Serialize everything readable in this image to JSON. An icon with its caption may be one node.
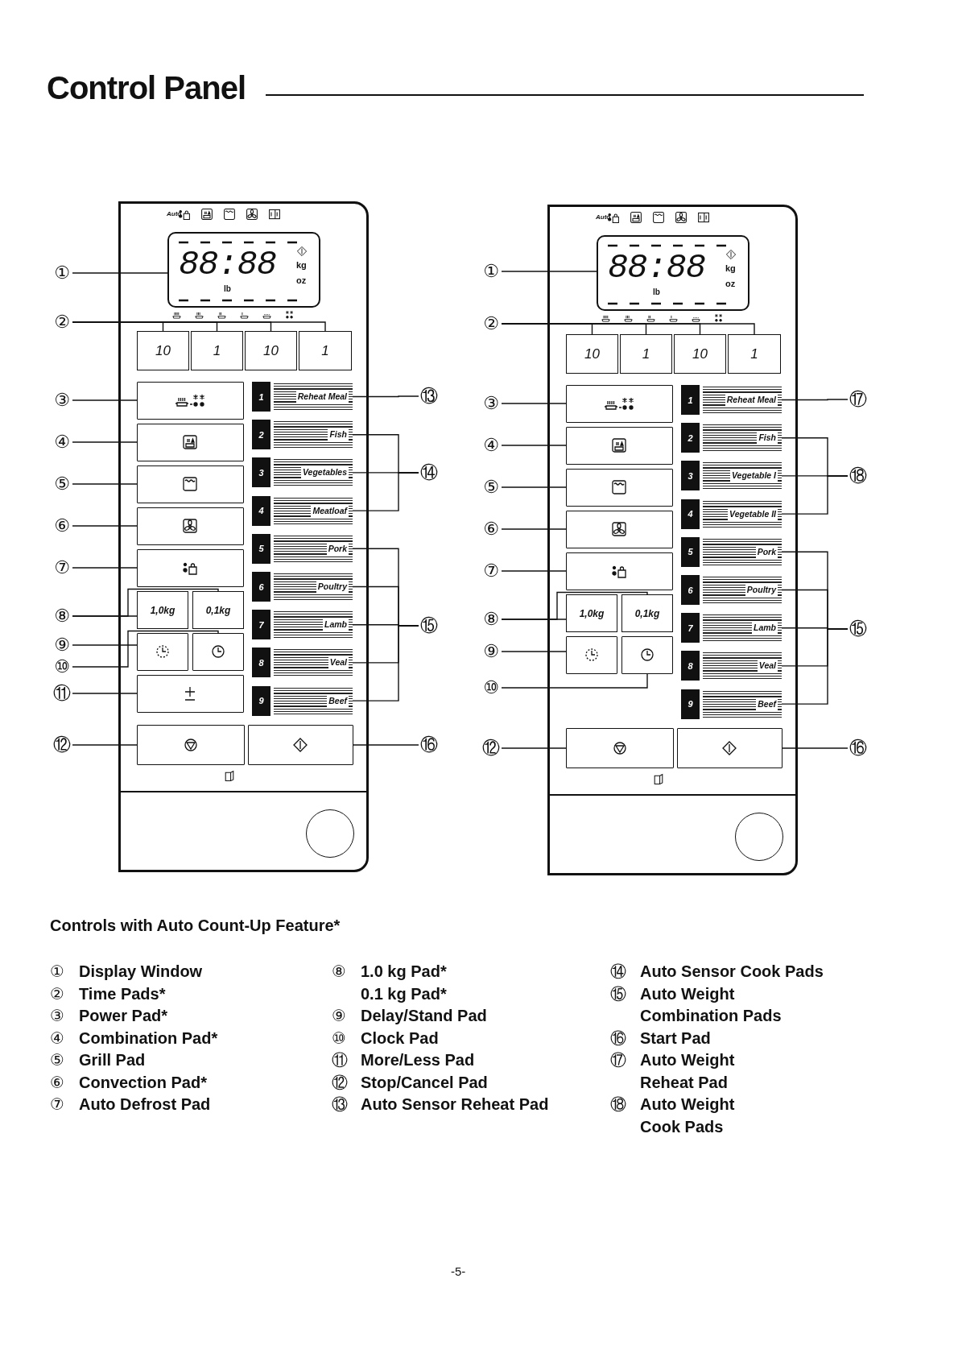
{
  "diagram": {
    "title": "Control Panel",
    "nodes": [
      {
        "text": [],
        "shape": "box"
      },
      {
        "text": [
          "88:88",
          "lb",
          "kg",
          "oz"
        ],
        "in": 0
      },
      {
        "text": [
          "10"
        ],
        "in": 0
      },
      {
        "text": [
          "1"
        ],
        "in": 0
      },
      {
        "text": [
          "10"
        ],
        "in": 0
      },
      {
        "text": [
          "1"
        ],
        "in": 0
      },
      {
        "text": [],
        "shape": "box",
        "in": 0
      },
      {
        "text": [],
        "shape": "box",
        "in": 0
      },
      {
        "text": [],
        "shape": "box",
        "in": 0
      },
      {
        "text": [],
        "shape": "box",
        "in": 0
      },
      {
        "text": [],
        "shape": "box",
        "in": 0
      },
      {
        "text": [
          "1,0kg"
        ],
        "in": 0
      },
      {
        "text": [
          "0,1kg"
        ],
        "in": 0
      },
      {
        "text": [],
        "shape": "box",
        "in": 0
      },
      {
        "text": [],
        "shape": "box",
        "in": 0
      },
      {
        "text": [],
        "shape": "box",
        "in": 0
      },
      {
        "text": [
          "1",
          "Reheat Meal"
        ],
        "in": 0
      },
      {
        "text": [
          "2",
          "Fish"
        ],
        "in": 0
      },
      {
        "text": [
          "3",
          "Vegetables"
        ],
        "in": 0
      },
      {
        "text": [
          "4",
          "Meatloaf"
        ],
        "in": 0
      },
      {
        "text": [
          "5",
          "Pork"
        ],
        "in": 0
      },
      {
        "text": [
          "6",
          "Poultry"
        ],
        "in": 0
      },
      {
        "text": [
          "7",
          "Lamb"
        ],
        "in": 0
      },
      {
        "text": [
          "8",
          "Veal"
        ],
        "in": 0
      },
      {
        "text": [
          "9",
          "Beef"
        ],
        "in": 0
      },
      {
        "text": [],
        "shape": "box",
        "in": 0
      },
      {
        "text": [],
        "shape": "box",
        "in": 0
      },
      {
        "text": [
          "①"
        ]
      },
      {
        "text": [
          "②"
        ]
      },
      {
        "text": [
          "③"
        ]
      },
      {
        "text": [
          "④"
        ]
      },
      {
        "text": [
          "⑤"
        ]
      },
      {
        "text": [
          "⑥"
        ]
      },
      {
        "text": [
          "⑦"
        ]
      },
      {
        "text": [
          "⑧"
        ]
      },
      {
        "text": [
          "⑨"
        ]
      },
      {
        "text": [
          "⑩"
        ]
      },
      {
        "text": [
          "⑪"
        ]
      },
      {
        "text": [
          "⑫"
        ]
      },
      {
        "text": [
          "⑬"
        ]
      },
      {
        "text": [
          "⑭"
        ]
      },
      {
        "text": [
          "⑮"
        ]
      },
      {
        "text": [
          "⑯"
        ]
      },
      {
        "text": [],
        "shape": "box"
      },
      {
        "text": [
          "88:88",
          "lb",
          "kg",
          "oz"
        ],
        "in": 43
      },
      {
        "text": [
          "10"
        ],
        "in": 43
      },
      {
        "text": [
          "1"
        ],
        "in": 43
      },
      {
        "text": [
          "10"
        ],
        "in": 43
      },
      {
        "text": [
          "1"
        ],
        "in": 43
      },
      {
        "text": [],
        "shape": "box",
        "in": 43
      },
      {
        "text": [],
        "shape": "box",
        "in": 43
      },
      {
        "text": [],
        "shape": "box",
        "in": 43
      },
      {
        "text": [],
        "shape": "box",
        "in": 43
      },
      {
        "text": [],
        "shape": "box",
        "in": 43
      },
      {
        "text": [
          "1,0kg"
        ],
        "in": 43
      },
      {
        "text": [
          "0,1kg"
        ],
        "in": 43
      },
      {
        "text": [],
        "shape": "box",
        "in": 43
      },
      {
        "text": [],
        "shape": "box",
        "in": 43
      },
      {
        "text": [
          "1",
          "Reheat Meal"
        ],
        "in": 43
      },
      {
        "text": [
          "2",
          "Fish"
        ],
        "in": 43
      },
      {
        "text": [
          "3",
          "Vegetable I"
        ],
        "in": 43
      },
      {
        "text": [
          "4",
          "Vegetable II"
        ],
        "in": 43
      },
      {
        "text": [
          "5",
          "Pork"
        ],
        "in": 43
      },
      {
        "text": [
          "6",
          "Poultry"
        ],
        "in": 43
      },
      {
        "text": [
          "7",
          "Lamb"
        ],
        "in": 43
      },
      {
        "text": [
          "8",
          "Veal"
        ],
        "in": 43
      },
      {
        "text": [
          "9",
          "Beef"
        ],
        "in": 43
      },
      {
        "text": [],
        "shape": "box",
        "in": 43
      },
      {
        "text": [],
        "shape": "box",
        "in": 43
      },
      {
        "text": [
          "①"
        ]
      },
      {
        "text": [
          "②"
        ]
      },
      {
        "text": [
          "③"
        ]
      },
      {
        "text": [
          "④"
        ]
      },
      {
        "text": [
          "⑤"
        ]
      },
      {
        "text": [
          "⑥"
        ]
      },
      {
        "text": [
          "⑦"
        ]
      },
      {
        "text": [
          "⑧"
        ]
      },
      {
        "text": [
          "⑨"
        ]
      },
      {
        "text": [
          "⑩"
        ]
      },
      {
        "text": [
          "⑫"
        ]
      },
      {
        "text": [
          "⑰"
        ]
      },
      {
        "text": [
          "⑱"
        ]
      },
      {
        "text": [
          "⑮"
        ]
      },
      {
        "text": [
          "⑯"
        ]
      }
    ],
    "edges": [
      {
        "from": 27,
        "to": 1,
        "arrow": "none"
      },
      {
        "from": 28,
        "to": 2,
        "arrow": "none"
      },
      {
        "from": 28,
        "to": 3,
        "arrow": "none"
      },
      {
        "from": 28,
        "to": 4,
        "arrow": "none"
      },
      {
        "from": 28,
        "to": 5,
        "arrow": "none"
      },
      {
        "from": 29,
        "to": 6,
        "arrow": "none"
      },
      {
        "from": 30,
        "to": 7,
        "arrow": "none"
      },
      {
        "from": 31,
        "to": 8,
        "arrow": "none"
      },
      {
        "from": 32,
        "to": 9,
        "arrow": "none"
      },
      {
        "from": 33,
        "to": 10,
        "arrow": "none"
      },
      {
        "from": 34,
        "to": 11,
        "arrow": "none"
      },
      {
        "from": 34,
        "to": 12,
        "arrow": "none"
      },
      {
        "from": 35,
        "to": 13,
        "arrow": "none"
      },
      {
        "from": 36,
        "to": 14,
        "arrow": "none"
      },
      {
        "from": 37,
        "to": 15,
        "arrow": "none"
      },
      {
        "from": 38,
        "to": 25,
        "arrow": "none"
      },
      {
        "from": 39,
        "to": 16,
        "arrow": "none"
      },
      {
        "from": 40,
        "to": 17,
        "arrow": "none"
      },
      {
        "from": 40,
        "to": 18,
        "arrow": "none"
      },
      {
        "from": 40,
        "to": 19,
        "arrow": "none"
      },
      {
        "from": 41,
        "to": 20,
        "arrow": "none"
      },
      {
        "from": 41,
        "to": 21,
        "arrow": "none"
      },
      {
        "from": 41,
        "to": 22,
        "arrow": "none"
      },
      {
        "from": 41,
        "to": 23,
        "arrow": "none"
      },
      {
        "from": 41,
        "to": 24,
        "arrow": "none"
      },
      {
        "from": 42,
        "to": 26,
        "arrow": "none"
      },
      {
        "from": 69,
        "to": 44,
        "arrow": "none"
      },
      {
        "from": 70,
        "to": 45,
        "arrow": "none"
      },
      {
        "from": 70,
        "to": 46,
        "arrow": "none"
      },
      {
        "from": 70,
        "to": 47,
        "arrow": "none"
      },
      {
        "from": 70,
        "to": 48,
        "arrow": "none"
      },
      {
        "from": 71,
        "to": 49,
        "arrow": "none"
      },
      {
        "from": 72,
        "to": 50,
        "arrow": "none"
      },
      {
        "from": 73,
        "to": 51,
        "arrow": "none"
      },
      {
        "from": 74,
        "to": 52,
        "arrow": "none"
      },
      {
        "from": 75,
        "to": 53,
        "arrow": "none"
      },
      {
        "from": 76,
        "to": 54,
        "arrow": "none"
      },
      {
        "from": 76,
        "to": 55,
        "arrow": "none"
      },
      {
        "from": 77,
        "to": 56,
        "arrow": "none"
      },
      {
        "from": 78,
        "to": 57,
        "arrow": "none"
      },
      {
        "from": 79,
        "to": 67,
        "arrow": "none"
      },
      {
        "from": 80,
        "to": 58,
        "arrow": "none"
      },
      {
        "from": 81,
        "to": 59,
        "arrow": "none"
      },
      {
        "from": 81,
        "to": 60,
        "arrow": "none"
      },
      {
        "from": 81,
        "to": 61,
        "arrow": "none"
      },
      {
        "from": 82,
        "to": 62,
        "arrow": "none"
      },
      {
        "from": 82,
        "to": 63,
        "arrow": "none"
      },
      {
        "from": 82,
        "to": 64,
        "arrow": "none"
      },
      {
        "from": 82,
        "to": 65,
        "arrow": "none"
      },
      {
        "from": 82,
        "to": 66,
        "arrow": "none"
      },
      {
        "from": 83,
        "to": 68,
        "arrow": "none"
      }
    ],
    "labels": [
      "Auto",
      "Auto",
      "Controls with Auto Count-Up Feature*",
      "①",
      "Display Window",
      "②",
      "Time Pads*",
      "③",
      "Power Pad*",
      "④",
      "Combination Pad*",
      "⑤",
      "Grill Pad",
      "⑥",
      "Convection Pad*",
      "⑦",
      "Auto Defrost Pad",
      "⑧",
      "1.0 kg Pad*",
      "0.1 kg Pad*",
      "⑨",
      "Delay/Stand Pad",
      "⑩",
      "Clock Pad",
      "⑪",
      "More/Less Pad",
      "⑫",
      "Stop/Cancel Pad",
      "⑬",
      "Auto Sensor Reheat Pad",
      "⑭",
      "Auto Sensor Cook Pads",
      "⑮",
      "Auto Weight Combination Pads",
      "⑯",
      "Start Pad",
      "⑰",
      "Auto Weight Reheat Pad",
      "⑱",
      "Auto Weight Cook Pads",
      "-5-"
    ]
  }
}
